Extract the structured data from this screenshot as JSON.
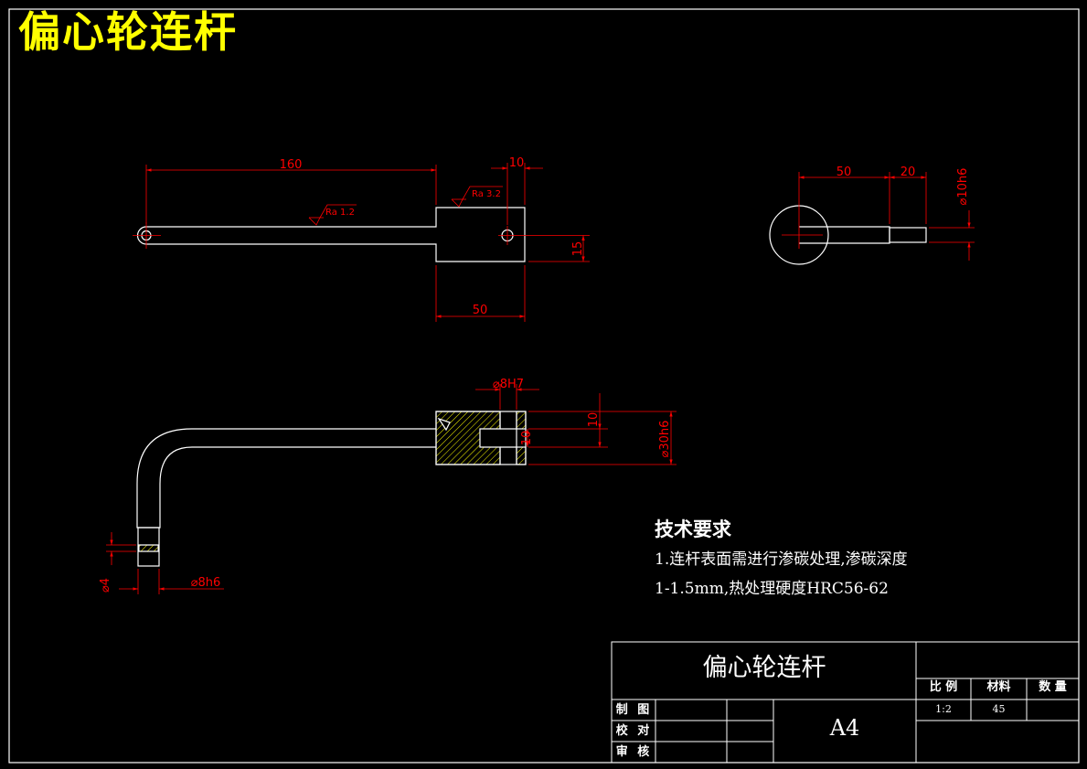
{
  "drawing_title": "偏心轮连杆",
  "tech_requirements": {
    "heading": "技术要求",
    "line1": "1.连杆表面需进行渗碳处理,渗碳深度",
    "line2": "1-1.5mm,热处理硬度HRC56-62"
  },
  "title_block": {
    "part_name": "偏心轮连杆",
    "sheet_size": "A4",
    "headers": {
      "scale": "比 例",
      "material": "材料",
      "quantity": "数 量"
    },
    "values": {
      "scale": "1:2",
      "material": "45",
      "quantity": ""
    },
    "roles": {
      "drawn": "制 图",
      "checked": "校 对",
      "approved": "审 核"
    }
  },
  "dimensions": {
    "top_length": "160",
    "top_offset": "10",
    "block_width": "50",
    "block_height": "15",
    "roughness_1": "Ra 1.2",
    "roughness_2": "Ra 3.2",
    "side_length": "50",
    "side_pin_length": "20",
    "side_pin_diameter": "⌀10h6",
    "slot_hole": "⌀8H7",
    "slot_depth_1": "10",
    "slot_depth_2": "10",
    "block_diameter": "⌀30h6",
    "rod_diameter": "⌀4",
    "pin_diameter": "⌀8h6"
  },
  "colors": {
    "outline": "#ffffff",
    "dimension": "#ff0000",
    "title": "#ffff00",
    "hatch": "#ffff00"
  }
}
